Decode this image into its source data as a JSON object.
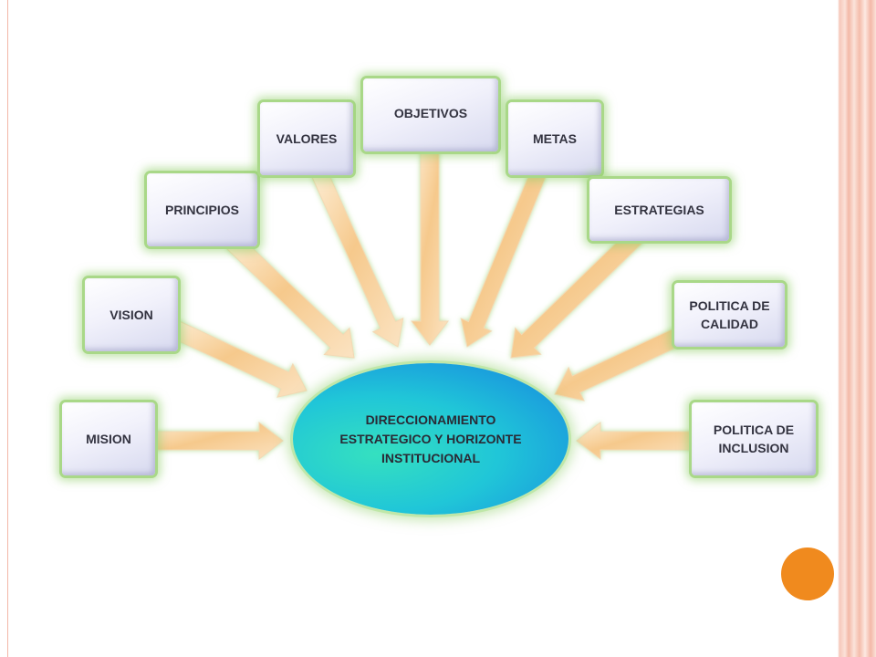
{
  "diagram": {
    "center": {
      "label": "DIRECCIONAMIENTO ESTRATEGICO Y HORIZONTE INSTITUCIONAL"
    },
    "nodes": [
      {
        "id": "mision",
        "label": "MISION"
      },
      {
        "id": "vision",
        "label": "VISION"
      },
      {
        "id": "principios",
        "label": "PRINCIPIOS"
      },
      {
        "id": "valores",
        "label": "VALORES"
      },
      {
        "id": "objetivos",
        "label": "OBJETIVOS"
      },
      {
        "id": "metas",
        "label": "METAS"
      },
      {
        "id": "estrategias",
        "label": "ESTRATEGIAS"
      },
      {
        "id": "politica-calidad",
        "label": "POLITICA  DE CALIDAD"
      },
      {
        "id": "politica-inclusion",
        "label": "POLITICA DE INCLUSION"
      }
    ]
  },
  "colors": {
    "accent_orange": "#f08a1e",
    "box_glow": "#a9d888",
    "arrow_fill": "#f6c98c",
    "center_cyan": "#20c6d8",
    "center_blue": "#1784e0"
  }
}
